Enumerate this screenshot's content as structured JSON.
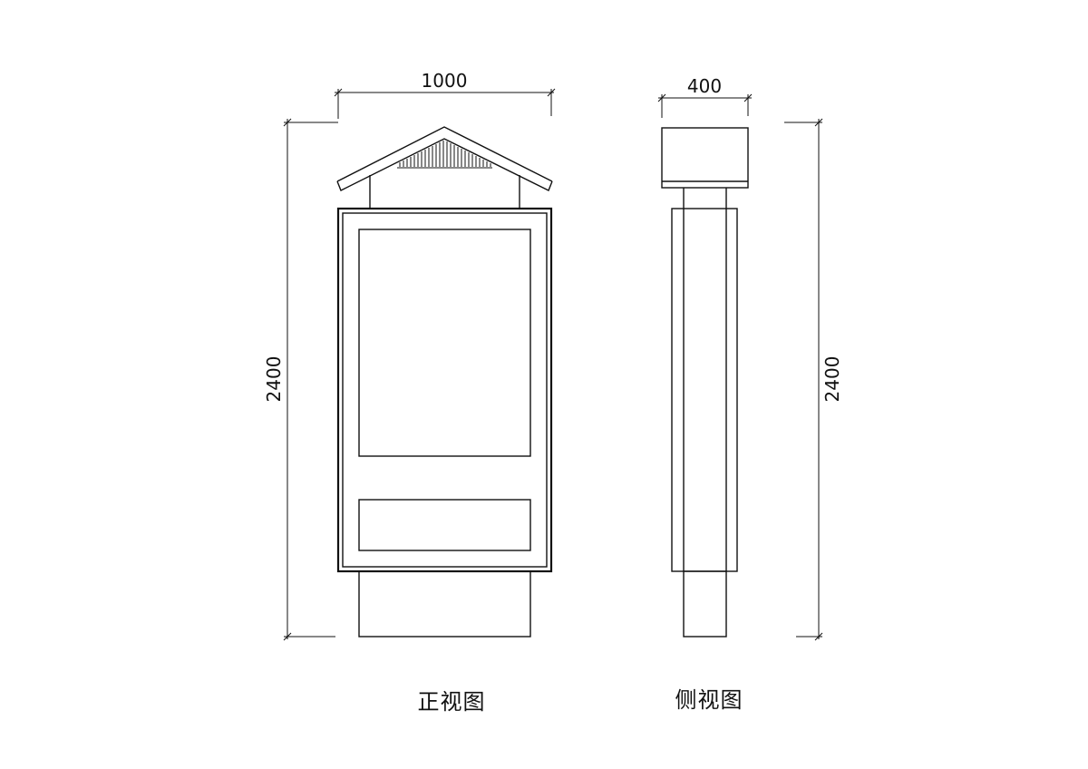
{
  "front_view": {
    "caption": "正视图",
    "dim_width": "1000",
    "dim_height": "2400"
  },
  "side_view": {
    "caption": "侧视图",
    "dim_width": "400",
    "dim_height": "2400"
  }
}
